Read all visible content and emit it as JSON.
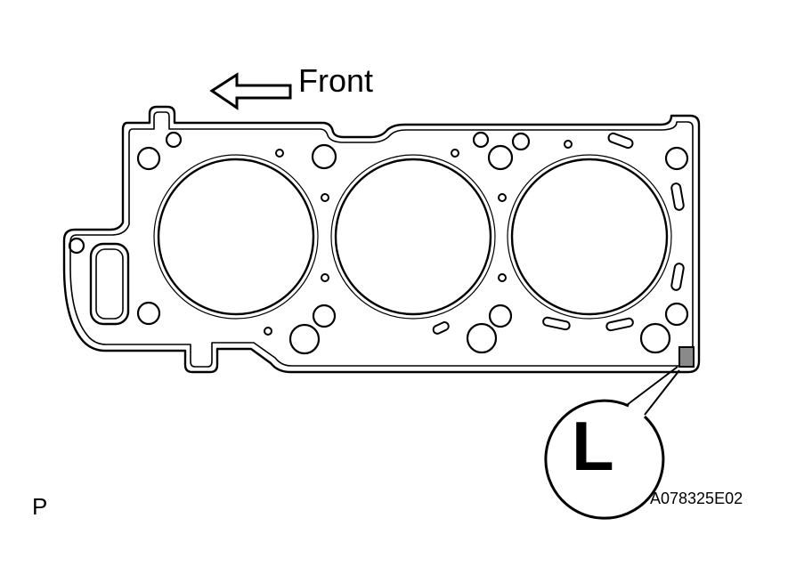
{
  "labels": {
    "front": "Front",
    "marker_letter": "L",
    "view_letter": "P",
    "figure_code": "A078325E02"
  },
  "colors": {
    "line": "#000000",
    "background": "#ffffff",
    "marker_fill": "#8a8a8a"
  },
  "icons": {
    "direction": "arrow-left-icon"
  }
}
